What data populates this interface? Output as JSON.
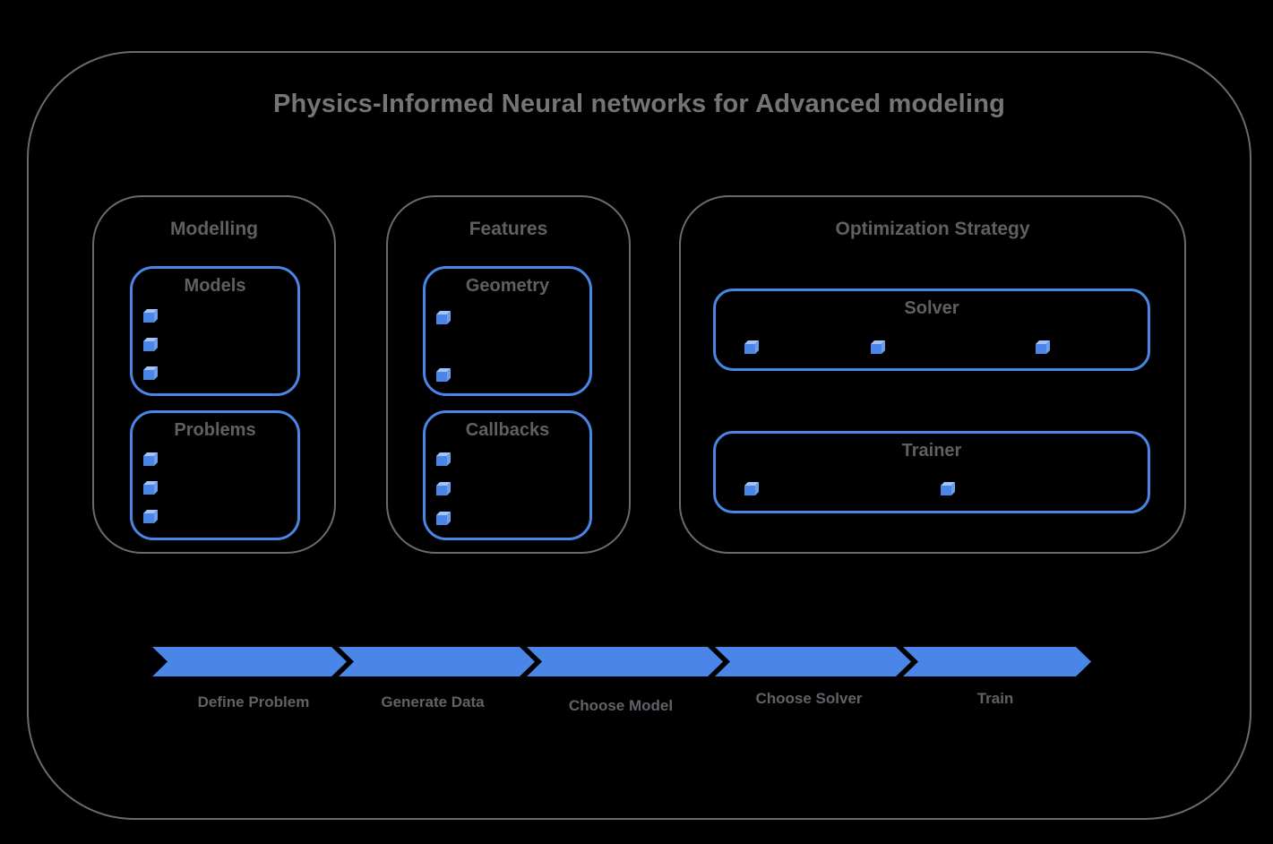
{
  "title": "Physics-Informed Neural networks for Advanced modeling",
  "colors": {
    "background": "#000000",
    "border_gray": "#6b6b6b",
    "text_gray": "#5f6368",
    "accent_blue": "#4a86e8",
    "cube_top_blue": "#a4c2f4",
    "cube_side_blue": "#6d9eeb"
  },
  "sections": {
    "modelling": {
      "label": "Modelling",
      "boxes": {
        "models": {
          "label": "Models",
          "bullet_count": 3
        },
        "problems": {
          "label": "Problems",
          "bullet_count": 3
        }
      }
    },
    "features": {
      "label": "Features",
      "boxes": {
        "geometry": {
          "label": "Geometry",
          "bullet_count": 2
        },
        "callbacks": {
          "label": "Callbacks",
          "bullet_count": 3
        }
      }
    },
    "optimization": {
      "label": "Optimization Strategy",
      "boxes": {
        "solver": {
          "label": "Solver",
          "bullet_count": 3
        },
        "trainer": {
          "label": "Trainer",
          "bullet_count": 2
        }
      }
    }
  },
  "flow": {
    "steps": [
      {
        "label": "Define Problem"
      },
      {
        "label": "Generate Data"
      },
      {
        "label": "Choose Model"
      },
      {
        "label": "Choose Solver"
      },
      {
        "label": "Train"
      }
    ]
  }
}
